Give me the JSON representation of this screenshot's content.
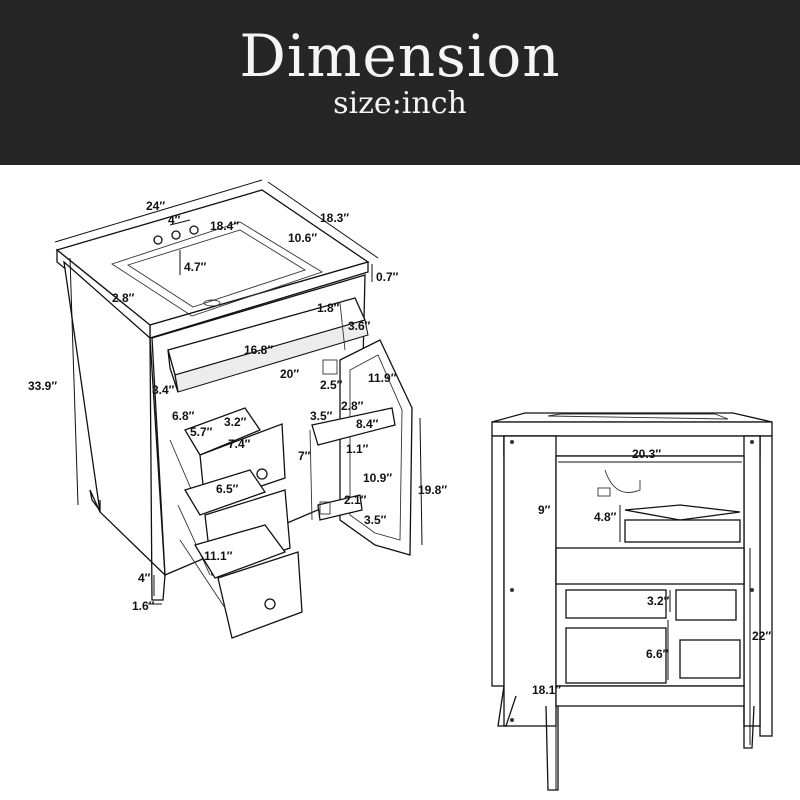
{
  "header": {
    "title": "Dimension",
    "subtitle": "size:inch"
  },
  "left_view": {
    "width": "24″",
    "depth": "18.3″",
    "faucet_spacing": "4″",
    "basin_width": "18.4″",
    "basin_depth": "10.6″",
    "basin_height": "4.7″",
    "top_thickness": "0.7″",
    "total_height": "33.9″",
    "sink_offset": "2.8″",
    "drawer_top_gap": "1.8″",
    "drawer_top_height": "3.6″",
    "drawer_top_width": "16.8″",
    "drawer_top_depth": "20″",
    "drawer_front": "3.4″",
    "hinge_gap": "2.5″",
    "door_depth": "11.9″",
    "drawer_side": "6.8″",
    "drawer_gap": "3.2″",
    "shelf_a": "2.8″",
    "shelf_b": "3.5″",
    "shelf_width": "8.4″",
    "drawer_inner_depth": "5.7″",
    "drawer_width": "7.4″",
    "shelf_gap": "1.1″",
    "door_inner_height": "7″",
    "drawer_height": "6.5″",
    "door_inner": "10.9″",
    "door_height": "19.8″",
    "shelf_bottom": "2.1″",
    "door_bottom": "3.5″",
    "drawer_length": "11.1″",
    "leg_height": "4″",
    "leg_width": "1.6″"
  },
  "right_view": {
    "inner_width": "20.3″",
    "upper_height": "9″",
    "drawer_height": "4.8″",
    "rail_gap": "3.2″",
    "opening_height": "22″",
    "lower_drawer": "6.6″",
    "base_height": "18.1″"
  }
}
